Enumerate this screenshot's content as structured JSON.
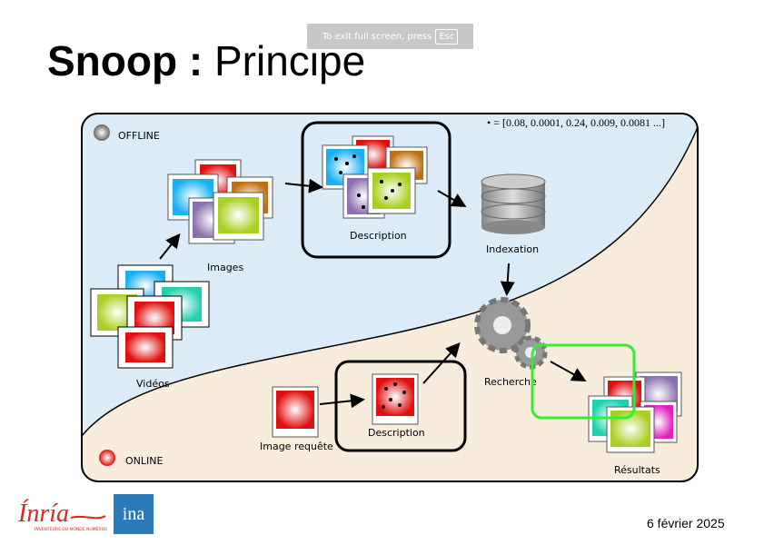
{
  "slide": {
    "title_bold": "Snoop :",
    "title_rest": " Principe",
    "date": "6 février 2025"
  },
  "fullscreen_banner": {
    "text": "To exit full screen, press",
    "key": "Esc"
  },
  "diagram": {
    "offline_label": "OFFLINE",
    "online_label": "ONLINE",
    "descriptor_formula": "• = [0.08, 0.0001, 0.24, 0.009, 0.0081 ...]",
    "nodes": {
      "videos": "Vidéos",
      "images": "Images",
      "description_offline": "Description",
      "indexation": "Indexation",
      "recherche": "Recherche",
      "image_requete": "Image requête",
      "description_online": "Description",
      "resultats": "Résultats"
    },
    "colors": {
      "offline_bg": "#dcebf8",
      "online_bg": "#f8ecdc",
      "highlight": "#33ee33",
      "online_dot": "#e01010",
      "offline_dot": "#888888"
    }
  },
  "logos": {
    "inria": "Inria",
    "inria_tagline": "INVENTEURS DU MONDE NUMÉRIQUE",
    "ina": "ina"
  }
}
